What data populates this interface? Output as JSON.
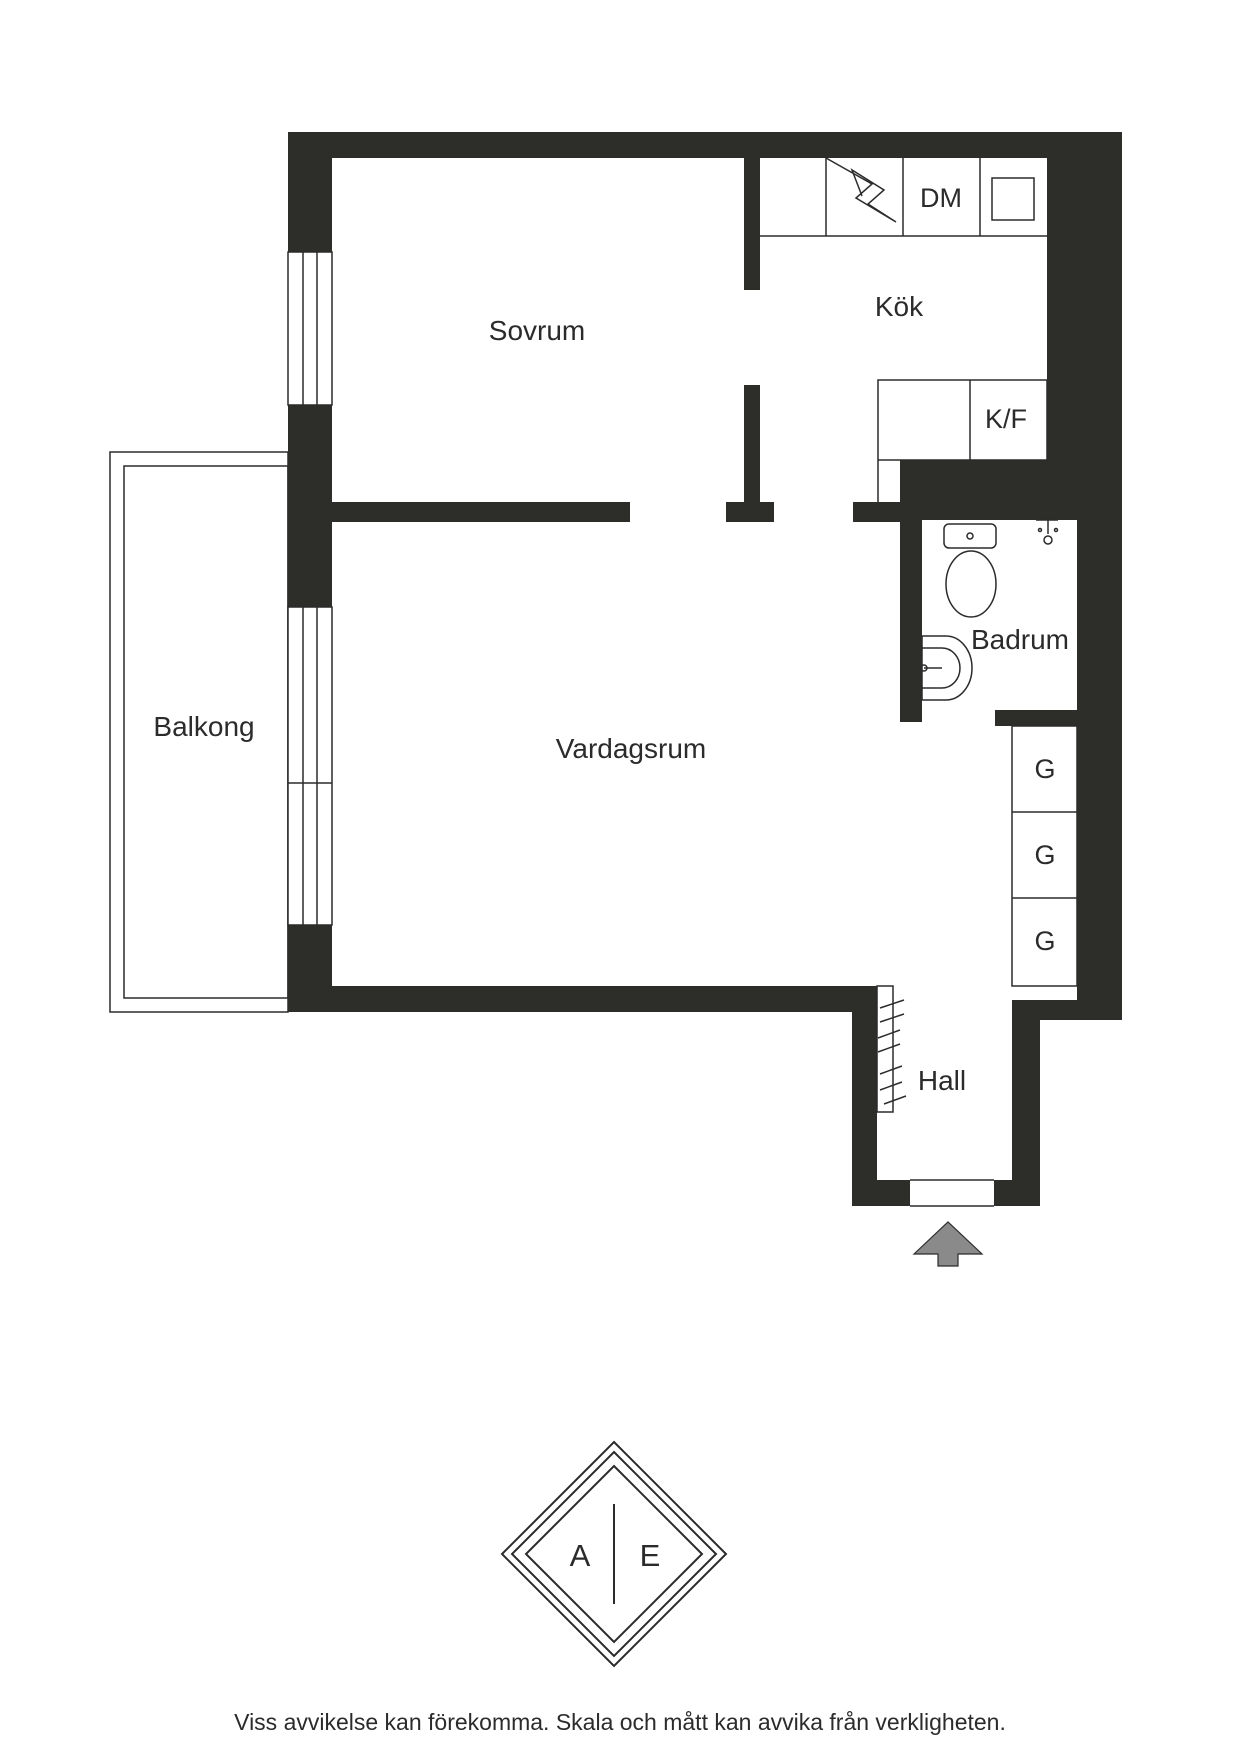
{
  "colors": {
    "wall": "#2d2e2a",
    "line": "#2b2b2b",
    "arrow": "#8a8a8a",
    "background": "#ffffff"
  },
  "rooms": {
    "sovrum": "Sovrum",
    "kok": "Kök",
    "vardagsrum": "Vardagsrum",
    "badrum": "Badrum",
    "balkong": "Balkong",
    "hall": "Hall"
  },
  "appliances": {
    "dishwasher": "DM",
    "fridge_freezer": "K/F",
    "wardrobe_1": "G",
    "wardrobe_2": "G",
    "wardrobe_3": "G"
  },
  "icons": {
    "entrance": "entrance-arrow-icon",
    "stove": "stove-icon",
    "sink": "sink-icon",
    "toilet": "toilet-icon",
    "washbasin": "washbasin-icon",
    "shower": "shower-icon",
    "coat_rack": "coat-rack-icon"
  },
  "logo": {
    "left": "A",
    "right": "E"
  },
  "disclaimer": "Viss avvikelse kan förekomma. Skala och mått kan avvika från verkligheten."
}
